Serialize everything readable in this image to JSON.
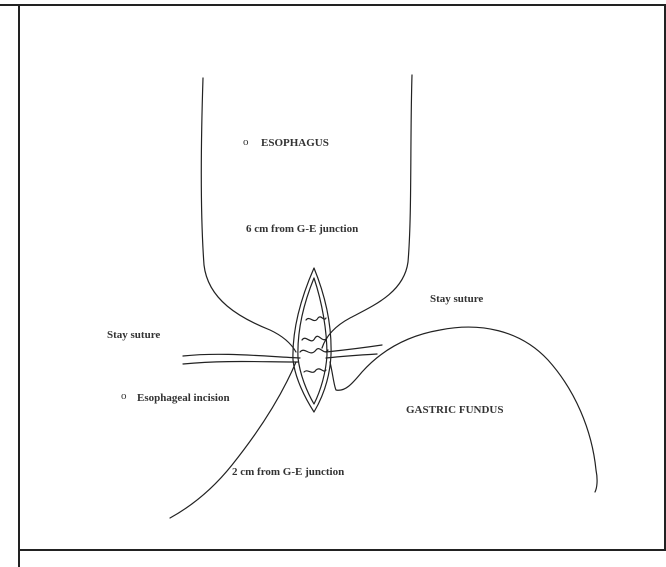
{
  "labels": {
    "esophagus": "ESOPHAGUS",
    "six_cm": "6 cm from G-E junction",
    "stay_suture_right": "Stay suture",
    "stay_suture_left": "Stay suture",
    "esophageal_incision": "Esophageal incision",
    "gastric_fundus": "GASTRIC FUNDUS",
    "two_cm": "2 cm from G-E junction"
  },
  "bullets": {
    "esophagus": "o",
    "incision": "o"
  },
  "colors": {
    "line": "#222222",
    "text": "#333333",
    "background": "#ffffff"
  }
}
